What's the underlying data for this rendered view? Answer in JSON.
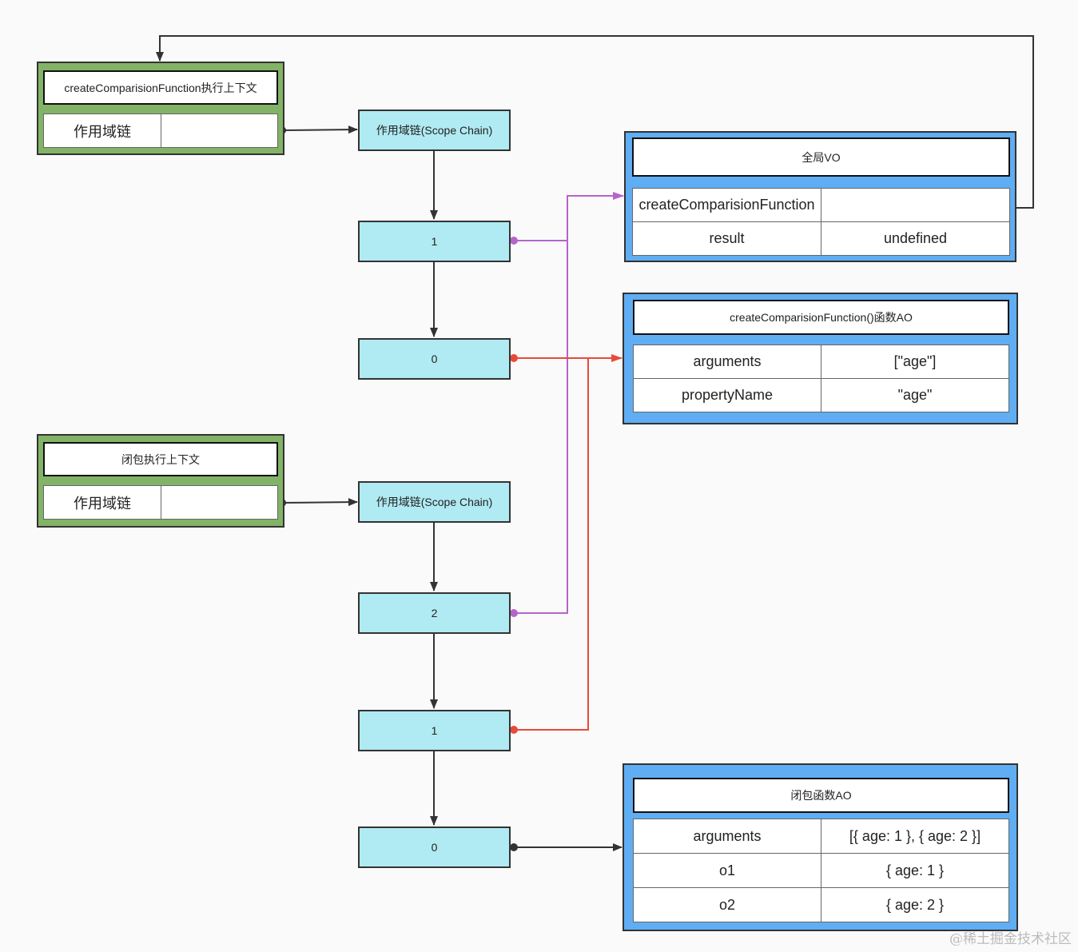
{
  "ctx1": {
    "title": "createComparisionFunction执行上下文",
    "row_label": "作用域链"
  },
  "ctx2": {
    "title": "闭包执行上下文",
    "row_label": "作用域链"
  },
  "chain1": {
    "header": "作用域链(Scope Chain)",
    "items": [
      "1",
      "0"
    ]
  },
  "chain2": {
    "header": "作用域链(Scope Chain)",
    "items": [
      "2",
      "1",
      "0"
    ]
  },
  "global_vo": {
    "title": "全局VO",
    "rows": [
      {
        "key": "createComparisionFunction",
        "value": ""
      },
      {
        "key": "result",
        "value": "undefined"
      }
    ]
  },
  "func_ao": {
    "title": "createComparisionFunction()函数AO",
    "rows": [
      {
        "key": "arguments",
        "value": "[\"age\"]"
      },
      {
        "key": "propertyName",
        "value": "\"age\""
      }
    ]
  },
  "closure_ao": {
    "title": "闭包函数AO",
    "rows": [
      {
        "key": "arguments",
        "value": "[{ age: 1 }, { age: 2 }]"
      },
      {
        "key": "o1",
        "value": "{ age: 1 }"
      },
      {
        "key": "o2",
        "value": "{ age: 2 }"
      }
    ]
  },
  "colors": {
    "purple_link": "#b565c9",
    "red_link": "#e84a3a",
    "dark_link": "#333333"
  },
  "watermark": "@稀土掘金技术社区"
}
